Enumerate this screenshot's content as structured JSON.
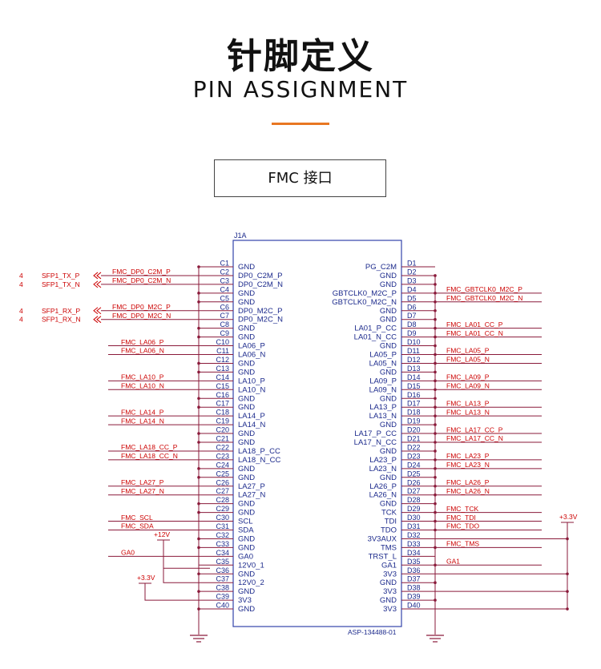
{
  "header": {
    "title_cn": "针脚定义",
    "title_en": "PIN ASSIGNMENT",
    "accent_color": "#e87722"
  },
  "section_label": "FMC 接口",
  "colors": {
    "pin_text": "#1c2a8c",
    "wire": "#8a1a3a",
    "net": "#cc0000",
    "box": "#3344aa"
  },
  "schematic": {
    "ref": "J1A",
    "part_number": "ASP-134488-01",
    "left_pins": [
      {
        "num": "C1",
        "name": "GND",
        "net": ""
      },
      {
        "num": "C2",
        "name": "DP0_C2M_P",
        "net": "FMC_DP0_C2M_P",
        "ext": "SFP1_TX_P",
        "ext_num": "4"
      },
      {
        "num": "C3",
        "name": "DP0_C2M_N",
        "net": "FMC_DP0_C2M_N",
        "ext": "SFP1_TX_N",
        "ext_num": "4"
      },
      {
        "num": "C4",
        "name": "GND",
        "net": ""
      },
      {
        "num": "C5",
        "name": "GND",
        "net": ""
      },
      {
        "num": "C6",
        "name": "DP0_M2C_P",
        "net": "FMC_DP0_M2C_P",
        "ext": "SFP1_RX_P",
        "ext_num": "4"
      },
      {
        "num": "C7",
        "name": "DP0_M2C_N",
        "net": "FMC_DP0_M2C_N",
        "ext": "SFP1_RX_N",
        "ext_num": "4"
      },
      {
        "num": "C8",
        "name": "GND",
        "net": ""
      },
      {
        "num": "C9",
        "name": "GND",
        "net": ""
      },
      {
        "num": "C10",
        "name": "LA06_P",
        "net": "FMC_LA06_P"
      },
      {
        "num": "C11",
        "name": "LA06_N",
        "net": "FMC_LA06_N"
      },
      {
        "num": "C12",
        "name": "GND",
        "net": ""
      },
      {
        "num": "C13",
        "name": "GND",
        "net": ""
      },
      {
        "num": "C14",
        "name": "LA10_P",
        "net": "FMC_LA10_P"
      },
      {
        "num": "C15",
        "name": "LA10_N",
        "net": "FMC_LA10_N"
      },
      {
        "num": "C16",
        "name": "GND",
        "net": ""
      },
      {
        "num": "C17",
        "name": "GND",
        "net": ""
      },
      {
        "num": "C18",
        "name": "LA14_P",
        "net": "FMC_LA14_P"
      },
      {
        "num": "C19",
        "name": "LA14_N",
        "net": "FMC_LA14_N"
      },
      {
        "num": "C20",
        "name": "GND",
        "net": ""
      },
      {
        "num": "C21",
        "name": "GND",
        "net": ""
      },
      {
        "num": "C22",
        "name": "LA18_P_CC",
        "net": "FMC_LA18_CC_P"
      },
      {
        "num": "C23",
        "name": "LA18_N_CC",
        "net": "FMC_LA18_CC_N"
      },
      {
        "num": "C24",
        "name": "GND",
        "net": ""
      },
      {
        "num": "C25",
        "name": "GND",
        "net": ""
      },
      {
        "num": "C26",
        "name": "LA27_P",
        "net": "FMC_LA27_P"
      },
      {
        "num": "C27",
        "name": "LA27_N",
        "net": "FMC_LA27_N"
      },
      {
        "num": "C28",
        "name": "GND",
        "net": ""
      },
      {
        "num": "C29",
        "name": "GND",
        "net": ""
      },
      {
        "num": "C30",
        "name": "SCL",
        "net": "FMC_SCL"
      },
      {
        "num": "C31",
        "name": "SDA",
        "net": "FMC_SDA"
      },
      {
        "num": "C32",
        "name": "GND",
        "net": ""
      },
      {
        "num": "C33",
        "name": "GND",
        "net": ""
      },
      {
        "num": "C34",
        "name": "GA0",
        "net": "GA0"
      },
      {
        "num": "C35",
        "name": "12V0_1",
        "net": ""
      },
      {
        "num": "C36",
        "name": "GND",
        "net": ""
      },
      {
        "num": "C37",
        "name": "12V0_2",
        "net": ""
      },
      {
        "num": "C38",
        "name": "GND",
        "net": ""
      },
      {
        "num": "C39",
        "name": "3V3",
        "net": ""
      },
      {
        "num": "C40",
        "name": "GND",
        "net": ""
      }
    ],
    "right_pins": [
      {
        "num": "D1",
        "name": "PG_C2M",
        "net": ""
      },
      {
        "num": "D2",
        "name": "GND",
        "net": ""
      },
      {
        "num": "D3",
        "name": "GND",
        "net": ""
      },
      {
        "num": "D4",
        "name": "GBTCLK0_M2C_P",
        "net": "FMC_GBTCLK0_M2C_P"
      },
      {
        "num": "D5",
        "name": "GBTCLK0_M2C_N",
        "net": "FMC_GBTCLK0_M2C_N"
      },
      {
        "num": "D6",
        "name": "GND",
        "net": ""
      },
      {
        "num": "D7",
        "name": "GND",
        "net": ""
      },
      {
        "num": "D8",
        "name": "LA01_P_CC",
        "net": "FMC_LA01_CC_P"
      },
      {
        "num": "D9",
        "name": "LA01_N_CC",
        "net": "FMC_LA01_CC_N"
      },
      {
        "num": "D10",
        "name": "GND",
        "net": ""
      },
      {
        "num": "D11",
        "name": "LA05_P",
        "net": "FMC_LA05_P"
      },
      {
        "num": "D12",
        "name": "LA05_N",
        "net": "FMC_LA05_N"
      },
      {
        "num": "D13",
        "name": "GND",
        "net": ""
      },
      {
        "num": "D14",
        "name": "LA09_P",
        "net": "FMC_LA09_P"
      },
      {
        "num": "D15",
        "name": "LA09_N",
        "net": "FMC_LA09_N"
      },
      {
        "num": "D16",
        "name": "GND",
        "net": ""
      },
      {
        "num": "D17",
        "name": "LA13_P",
        "net": "FMC_LA13_P"
      },
      {
        "num": "D18",
        "name": "LA13_N",
        "net": "FMC_LA13_N"
      },
      {
        "num": "D19",
        "name": "GND",
        "net": ""
      },
      {
        "num": "D20",
        "name": "LA17_P_CC",
        "net": "FMC_LA17_CC_P"
      },
      {
        "num": "D21",
        "name": "LA17_N_CC",
        "net": "FMC_LA17_CC_N"
      },
      {
        "num": "D22",
        "name": "GND",
        "net": ""
      },
      {
        "num": "D23",
        "name": "LA23_P",
        "net": "FMC_LA23_P"
      },
      {
        "num": "D24",
        "name": "LA23_N",
        "net": "FMC_LA23_N"
      },
      {
        "num": "D25",
        "name": "GND",
        "net": ""
      },
      {
        "num": "D26",
        "name": "LA26_P",
        "net": "FMC_LA26_P"
      },
      {
        "num": "D27",
        "name": "LA26_N",
        "net": "FMC_LA26_N"
      },
      {
        "num": "D28",
        "name": "GND",
        "net": ""
      },
      {
        "num": "D29",
        "name": "TCK",
        "net": "FMC_TCK"
      },
      {
        "num": "D30",
        "name": "TDI",
        "net": "FMC_TDI"
      },
      {
        "num": "D31",
        "name": "TDO",
        "net": "FMC_TDO"
      },
      {
        "num": "D32",
        "name": "3V3AUX",
        "net": ""
      },
      {
        "num": "D33",
        "name": "TMS",
        "net": "FMC_TMS"
      },
      {
        "num": "D34",
        "name": "TRST_L",
        "net": ""
      },
      {
        "num": "D35",
        "name": "GA1",
        "net": "GA1"
      },
      {
        "num": "D36",
        "name": "3V3",
        "net": ""
      },
      {
        "num": "D37",
        "name": "GND",
        "net": ""
      },
      {
        "num": "D38",
        "name": "3V3",
        "net": ""
      },
      {
        "num": "D39",
        "name": "GND",
        "net": ""
      },
      {
        "num": "D40",
        "name": "3V3",
        "net": ""
      }
    ],
    "power_labels": {
      "p12v": "+12V",
      "p3v3_left": "+3.3V",
      "p3v3_right": "+3.3V"
    }
  }
}
